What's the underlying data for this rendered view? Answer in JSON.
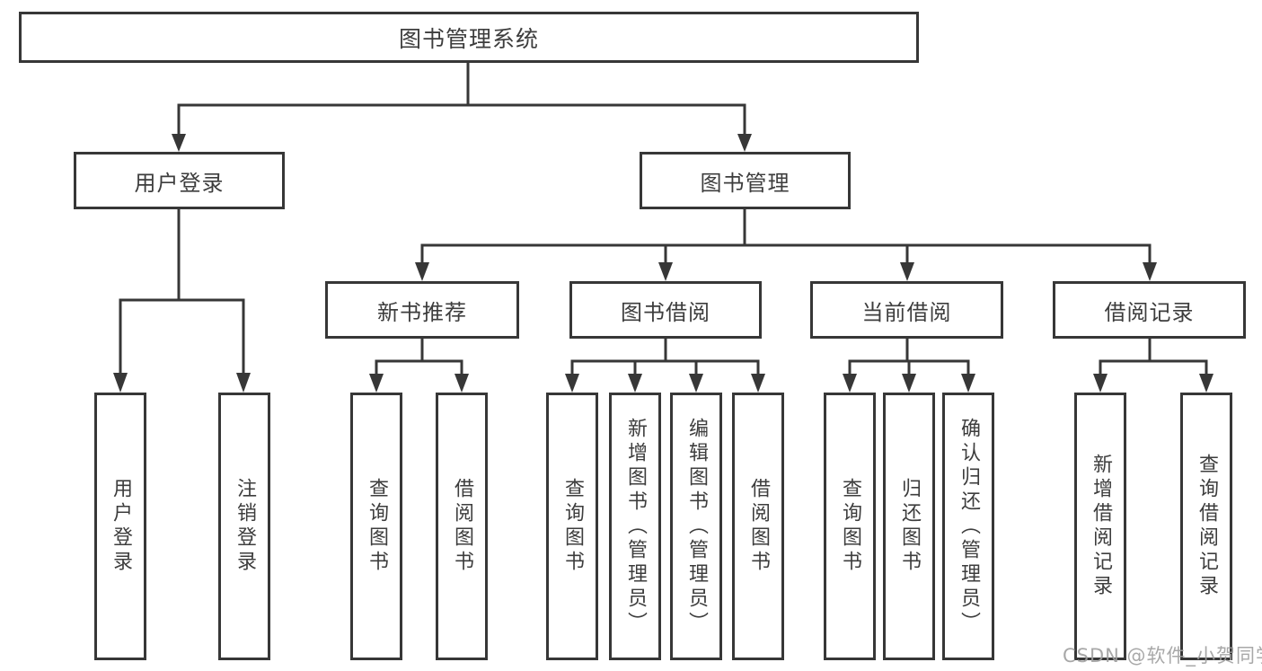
{
  "diagram": {
    "title_hint": "library management system feature tree",
    "colors": {
      "line": "#373737",
      "border": "#373737",
      "text": "#3d3d3d",
      "background": "#ffffff",
      "watermark": "#9e9e9e"
    },
    "root": {
      "label": "图书管理系统"
    },
    "branches": [
      {
        "label": "用户登录",
        "children": [
          {
            "label": "用户登录"
          },
          {
            "label": "注销登录"
          }
        ]
      },
      {
        "label": "图书管理",
        "children": [
          {
            "label": "新书推荐",
            "children": [
              {
                "label": "查询图书"
              },
              {
                "label": "借阅图书"
              }
            ]
          },
          {
            "label": "图书借阅",
            "children": [
              {
                "label": "查询图书"
              },
              {
                "label": "新增图书（管理员）"
              },
              {
                "label": "编辑图书（管理员）"
              },
              {
                "label": "借阅图书"
              }
            ]
          },
          {
            "label": "当前借阅",
            "children": [
              {
                "label": "查询图书"
              },
              {
                "label": "归还图书"
              },
              {
                "label": "确认归还（管理员）"
              }
            ]
          },
          {
            "label": "借阅记录",
            "children": [
              {
                "label": "新增借阅记录"
              },
              {
                "label": "查询借阅记录"
              }
            ]
          }
        ]
      }
    ],
    "watermark": "CSDN @软件_小贺同学"
  }
}
